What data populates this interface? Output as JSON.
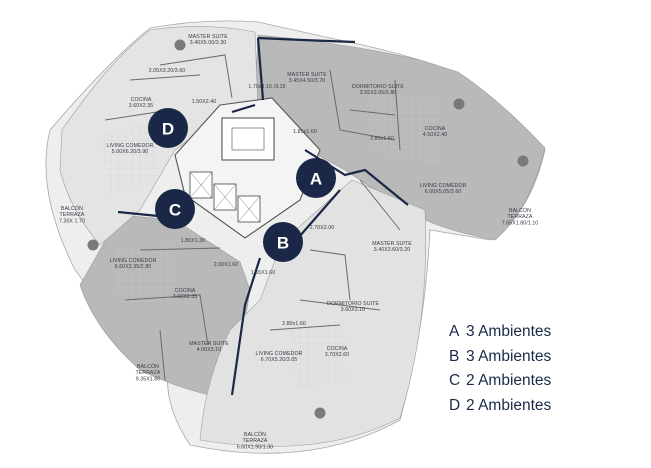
{
  "colors": {
    "navy": "#1b2747",
    "dark_fill": "#b4b4b4",
    "light_fill": "#e6e6e6",
    "white": "#ffffff"
  },
  "rooms": [
    {
      "id": "d-master-suite",
      "name": "MASTER SUITE",
      "dims": "3.40X5.00/3.30"
    },
    {
      "id": "d-bath-1",
      "name": "",
      "dims": "2.05X3.20/3.60"
    },
    {
      "id": "d-cocina",
      "name": "COCINA",
      "dims": "3.60X2.35"
    },
    {
      "id": "d-bath-2",
      "name": "",
      "dims": "1.50X2.40"
    },
    {
      "id": "d-living",
      "name": "LIVING COMEDOR",
      "dims": "5.00X6.20/3.90"
    },
    {
      "id": "d-balcon",
      "name": "BALCÓN TERRAZA",
      "dims": "7.30X 1.70"
    },
    {
      "id": "a-bath-1",
      "name": "",
      "dims": "1.70x4.15 /3.15"
    },
    {
      "id": "a-master-suite",
      "name": "MASTER SUITE",
      "dims": "3.45X4.50/3.70"
    },
    {
      "id": "a-dormitorio",
      "name": "DORMITORIO SUITE",
      "dims": "3.55X3.05/2.80"
    },
    {
      "id": "a-bath-2",
      "name": "",
      "dims": "1.85x1.60"
    },
    {
      "id": "a-bath-3",
      "name": "",
      "dims": "2.80x1.60"
    },
    {
      "id": "a-cocina",
      "name": "COCINA",
      "dims": "4.50X2.40"
    },
    {
      "id": "a-living",
      "name": "LIVING COMEDOR",
      "dims": "6.00X5.05/3.60"
    },
    {
      "id": "a-balcon",
      "name": "BALCÓN TERRAZA",
      "dims": "7.65X1.80/1.10"
    },
    {
      "id": "c-bath-1",
      "name": "",
      "dims": "1.80X1.30"
    },
    {
      "id": "c-living",
      "name": "LIVING COMEDOR",
      "dims": "6.60X3.35/2.80"
    },
    {
      "id": "c-bath-2",
      "name": "",
      "dims": "2.00X1.60"
    },
    {
      "id": "c-cocina",
      "name": "COCINA",
      "dims": "3.60X2.35"
    },
    {
      "id": "c-master-suite",
      "name": "MASTER SUITE",
      "dims": "4.00X3.10"
    },
    {
      "id": "c-balcon",
      "name": "BALCÓN TERRAZA",
      "dims": "9.35X1.80"
    },
    {
      "id": "b-bath-1",
      "name": "",
      "dims": "2.70X2.00"
    },
    {
      "id": "b-bath-2",
      "name": "",
      "dims": "1.55X1.60"
    },
    {
      "id": "b-master-suite",
      "name": "MASTER SUITE",
      "dims": "3.40X3.60/3.20"
    },
    {
      "id": "b-dormitorio",
      "name": "DORMITORIO SUITE",
      "dims": "3.60X3.10"
    },
    {
      "id": "b-bath-3",
      "name": "",
      "dims": "2.80x1.60"
    },
    {
      "id": "b-cocina",
      "name": "COCINA",
      "dims": "3.70X2.60"
    },
    {
      "id": "b-living",
      "name": "LIVING COMEDOR",
      "dims": "6.70X5.20/3.05"
    },
    {
      "id": "b-balcon",
      "name": "BALCÓN TERRAZA",
      "dims": "6.60X1.90/1.30"
    }
  ],
  "markers": [
    {
      "letter": "A"
    },
    {
      "letter": "B"
    },
    {
      "letter": "C"
    },
    {
      "letter": "D"
    }
  ],
  "legend": [
    {
      "letter": "A",
      "text": "3 Ambientes"
    },
    {
      "letter": "B",
      "text": "3 Ambientes"
    },
    {
      "letter": "C",
      "text": "2 Ambientes"
    },
    {
      "letter": "D",
      "text": "2 Ambientes"
    }
  ]
}
